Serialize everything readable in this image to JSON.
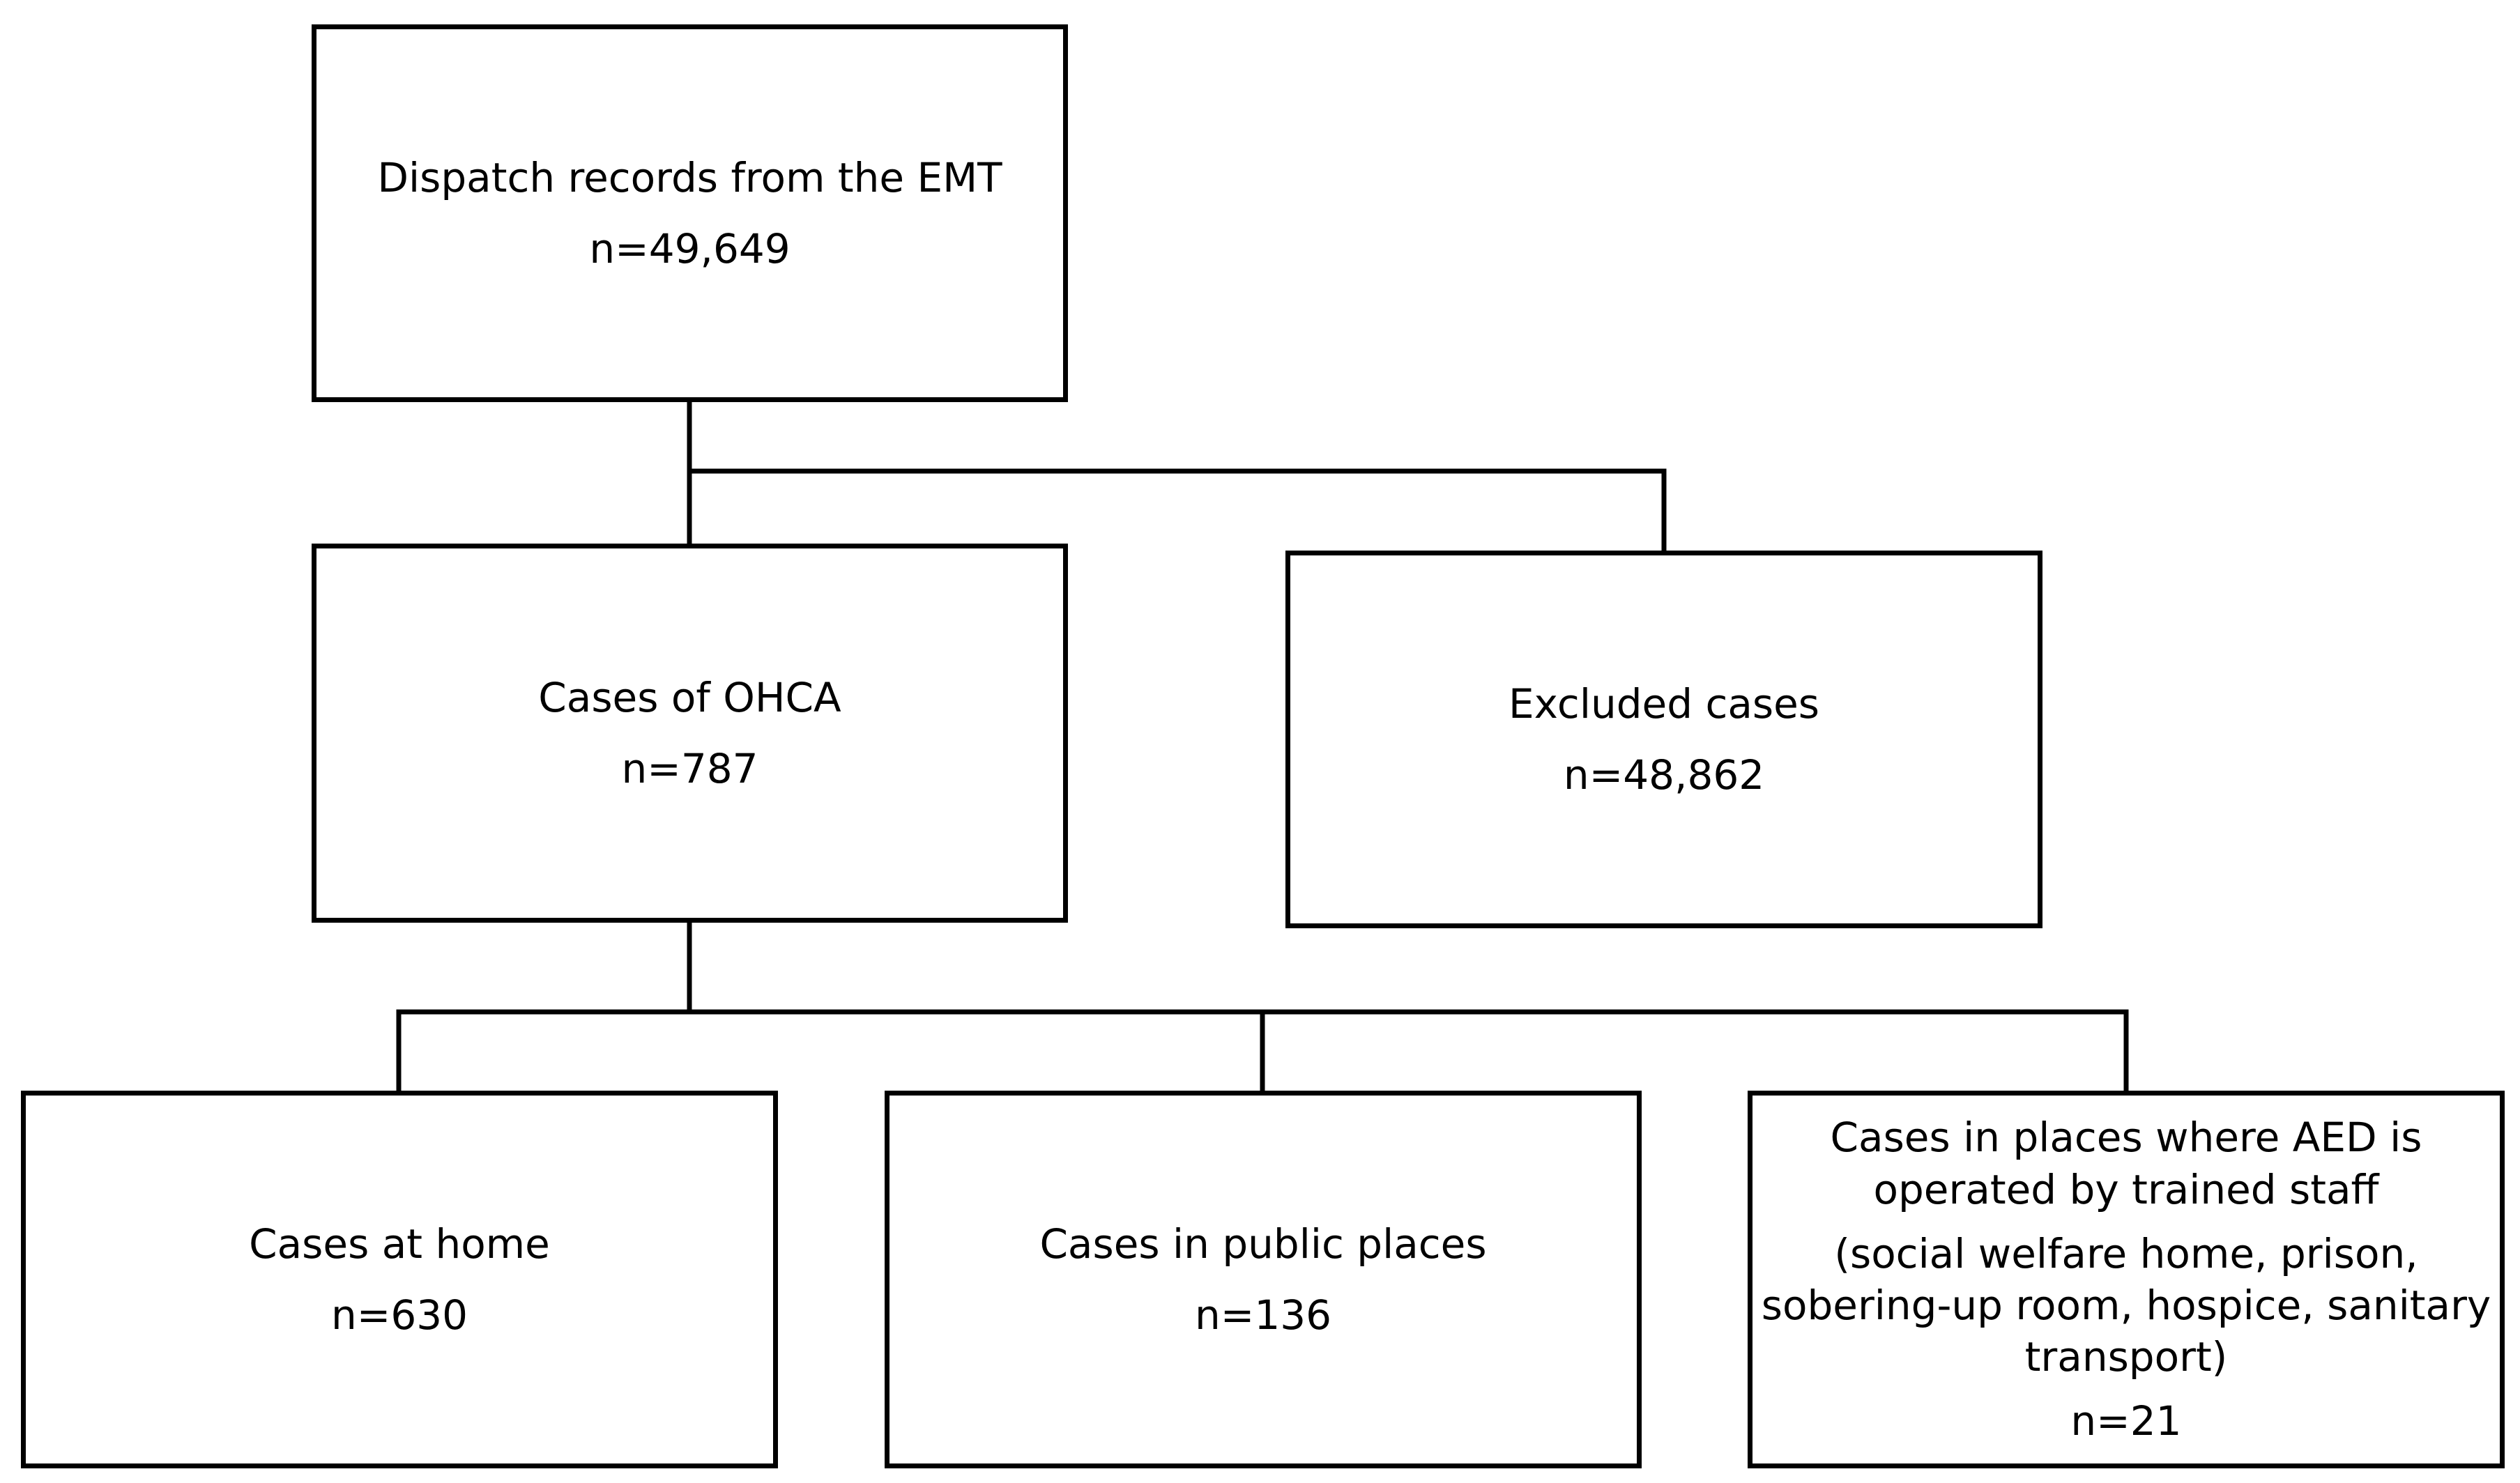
{
  "flowchart": {
    "dispatch": {
      "label": "Dispatch records from the EMT",
      "count": "n=49,649"
    },
    "ohca": {
      "label": "Cases of OHCA",
      "count": "n=787"
    },
    "excluded": {
      "label": "Excluded cases",
      "count": "n=48,862"
    },
    "home": {
      "label": "Cases at home",
      "count": "n=630"
    },
    "public": {
      "label": "Cases in public places",
      "count": "n=136"
    },
    "aed": {
      "label_line1": "Cases in places where AED is",
      "label_line2": "operated by trained staff",
      "details_line1": "(social welfare home, prison,",
      "details_line2": "sobering-up room, hospice, sanitary",
      "details_line3": "transport)",
      "count": "n=21"
    }
  },
  "colors": {
    "stroke": "#000000",
    "background": "#ffffff"
  }
}
